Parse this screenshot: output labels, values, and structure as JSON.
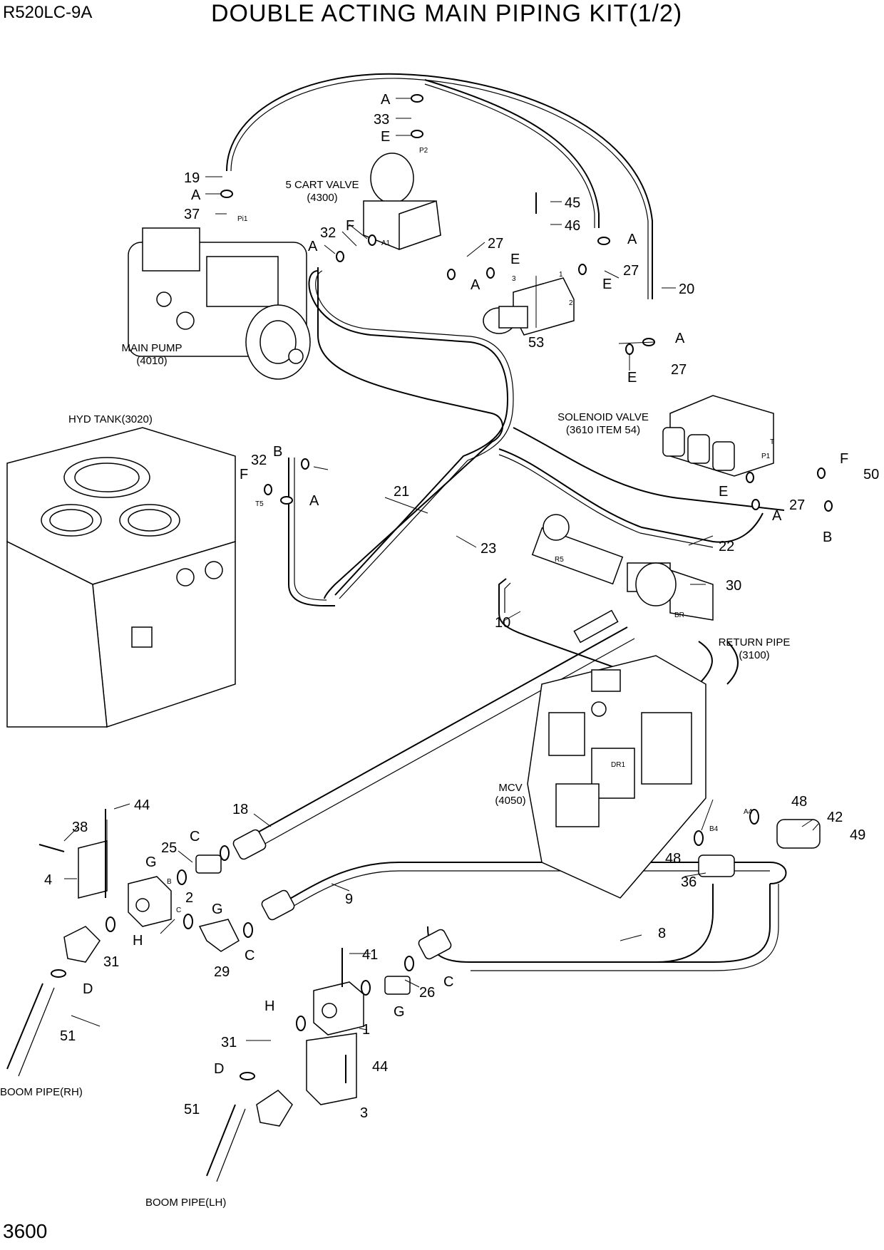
{
  "header": {
    "model": "R520LC-9A",
    "title": "DOUBLE ACTING MAIN PIPING KIT(1/2)"
  },
  "footer": {
    "page_number": "3600"
  },
  "components": {
    "cart_valve": [
      "5 CART VALVE",
      "(4300)"
    ],
    "main_pump": [
      "MAIN PUMP",
      "(4010)"
    ],
    "hyd_tank": "HYD TANK(3020)",
    "solenoid_valve": [
      "SOLENOID VALVE",
      "(3610 ITEM 54)"
    ],
    "return_pipe": [
      "RETURN PIPE",
      "(3100)"
    ],
    "mcv": [
      "MCV",
      "(4050)"
    ],
    "boom_pipe_rh": "BOOM PIPE(RH)",
    "boom_pipe_lh": "BOOM PIPE(LH)"
  },
  "port_labels": {
    "p2": "P2",
    "pi1": "Pi1",
    "a1": "A1",
    "t5": "T5",
    "r5": "R5",
    "br": "BR",
    "t": "T",
    "p1": "P1",
    "b": "B",
    "c": "C",
    "a4": "A4",
    "b4": "B4",
    "dr1": "DR1",
    "p1_53": "1",
    "p2_53": "2",
    "p3_53": "3"
  },
  "callouts": {
    "c19": "19",
    "cA_19": "A",
    "c37": "37",
    "cA_33": "A",
    "c33": "33",
    "cE_33": "E",
    "c45": "45",
    "c46": "46",
    "cA_46": "A",
    "c27_a": "27",
    "cA_32": "A",
    "c32_a": "32",
    "cF_32": "F",
    "c27_b": "27",
    "cE_27": "E",
    "cA_27": "A",
    "cE_53": "E",
    "c53": "53",
    "c20": "20",
    "cA_20": "A",
    "c27_c": "27",
    "cE_20": "E",
    "cB_32": "B",
    "c32_b": "32",
    "cF_t5": "F",
    "cA_t5": "A",
    "c21": "21",
    "c23": "23",
    "c22": "22",
    "cF_50": "F",
    "c50": "50",
    "cE_sol": "E",
    "c27_d": "27",
    "cA_22": "A",
    "cB_50": "B",
    "c30": "30",
    "c10": "10",
    "c44_a": "44",
    "c38": "38",
    "c18": "18",
    "c25": "25",
    "cC_25": "C",
    "cG_25": "G",
    "c4": "4",
    "c2": "2",
    "cG_2": "G",
    "cH_2": "H",
    "c31_a": "31",
    "cD_31": "D",
    "c29": "29",
    "cC_29": "C",
    "c9": "9",
    "c51_a": "51",
    "c41": "41",
    "c26": "26",
    "cC_26": "C",
    "cG_26": "G",
    "cH_1": "H",
    "c1": "1",
    "c31_b": "31",
    "cD_b": "D",
    "c44_b": "44",
    "c3": "3",
    "c51_b": "51",
    "c8": "8",
    "c36": "36",
    "c48_a": "48",
    "c48_b": "48",
    "c42": "42",
    "c49": "49"
  }
}
